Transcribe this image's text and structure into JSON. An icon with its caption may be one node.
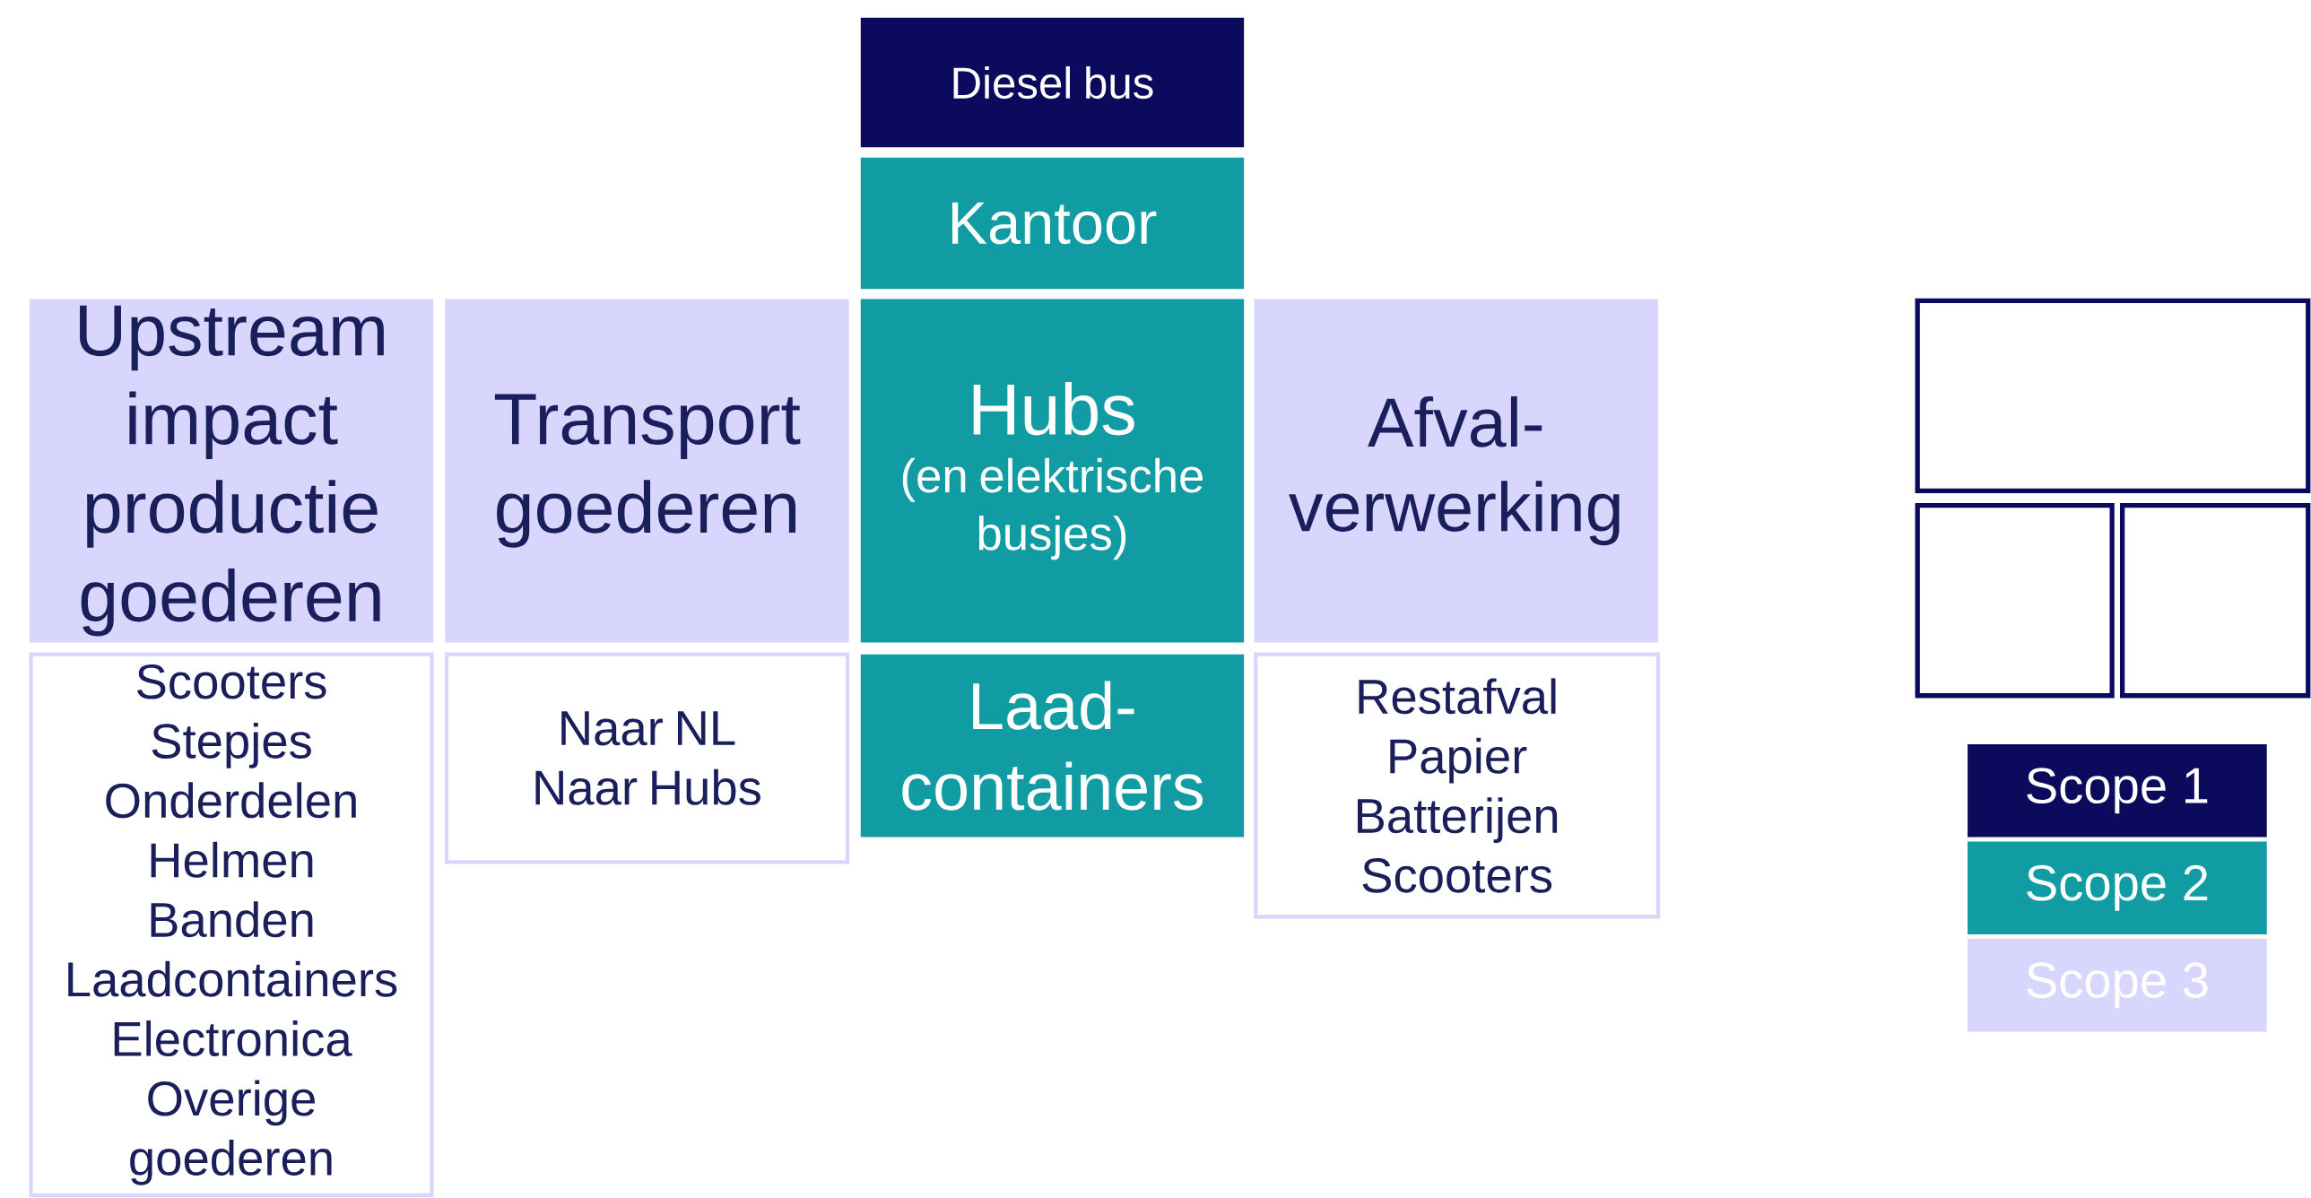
{
  "diagram": {
    "nodes": [
      {
        "text": [
          "Diesel bus"
        ]
      },
      {
        "text": [
          "Kantoor"
        ]
      },
      {
        "text": [
          "Upstream impact productie goederen"
        ]
      },
      {
        "text": [
          "Transport goederen"
        ]
      },
      {
        "text": [
          "Hubs",
          "(en elektrische busjes)"
        ]
      },
      {
        "text": [
          "Afval- verwerking"
        ]
      },
      {
        "text": [
          "Scooters",
          "Stepjes",
          "Onderdelen",
          "Helmen",
          "Banden",
          "Laadcontainers",
          "Electronica",
          "Overige goederen"
        ]
      },
      {
        "text": [
          "Naar NL",
          "Naar Hubs"
        ]
      },
      {
        "text": [
          "Laad- containers"
        ]
      },
      {
        "text": [
          "Restafval",
          "Papier",
          "Batterijen",
          "Scooters"
        ]
      },
      {
        "text": [],
        "shape": "box"
      },
      {
        "text": [],
        "shape": "box"
      },
      {
        "text": [],
        "shape": "box"
      }
    ],
    "legend": [
      {
        "text": "Scope 1",
        "color": "#0c0a5c"
      },
      {
        "text": "Scope 2",
        "color": "#119ca3"
      },
      {
        "text": "Scope 3",
        "color": "#d8d6fc"
      }
    ]
  }
}
